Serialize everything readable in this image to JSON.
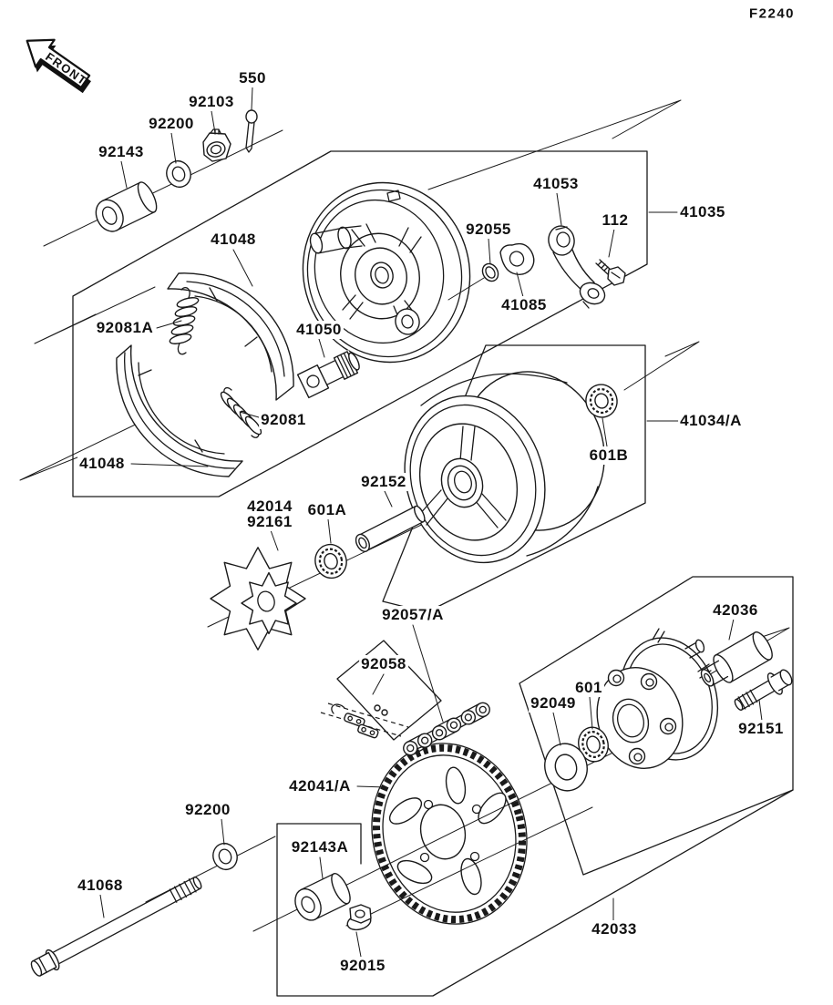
{
  "figure_code": "F2240",
  "front_arrow": {
    "label": "FRONT"
  },
  "colors": {
    "line": "#1a1a1a",
    "background": "#ffffff"
  },
  "part_labels": [
    {
      "id": "550",
      "text": "550"
    },
    {
      "id": "92103",
      "text": "92103"
    },
    {
      "id": "92200-top",
      "text": "92200"
    },
    {
      "id": "92143-top",
      "text": "92143"
    },
    {
      "id": "41048-top",
      "text": "41048"
    },
    {
      "id": "92081A",
      "text": "92081A"
    },
    {
      "id": "41050",
      "text": "41050"
    },
    {
      "id": "92081",
      "text": "92081"
    },
    {
      "id": "41048-bottom",
      "text": "41048"
    },
    {
      "id": "41053",
      "text": "41053"
    },
    {
      "id": "92055",
      "text": "92055"
    },
    {
      "id": "112",
      "text": "112"
    },
    {
      "id": "41085",
      "text": "41085"
    },
    {
      "id": "41035",
      "text": "41035"
    },
    {
      "id": "41034-a",
      "text": "41034/A"
    },
    {
      "id": "601B",
      "text": "601B"
    },
    {
      "id": "92152",
      "text": "92152"
    },
    {
      "id": "42014",
      "text": "42014"
    },
    {
      "id": "92161",
      "text": "92161"
    },
    {
      "id": "601A",
      "text": "601A"
    },
    {
      "id": "92057-a",
      "text": "92057/A"
    },
    {
      "id": "92058",
      "text": "92058"
    },
    {
      "id": "42036",
      "text": "42036"
    },
    {
      "id": "601",
      "text": "601"
    },
    {
      "id": "92049",
      "text": "92049"
    },
    {
      "id": "92151",
      "text": "92151"
    },
    {
      "id": "42041-a",
      "text": "42041/A"
    },
    {
      "id": "92200-bottom",
      "text": "92200"
    },
    {
      "id": "92143A",
      "text": "92143A"
    },
    {
      "id": "41068",
      "text": "41068"
    },
    {
      "id": "92015",
      "text": "92015"
    },
    {
      "id": "42033",
      "text": "42033"
    }
  ]
}
